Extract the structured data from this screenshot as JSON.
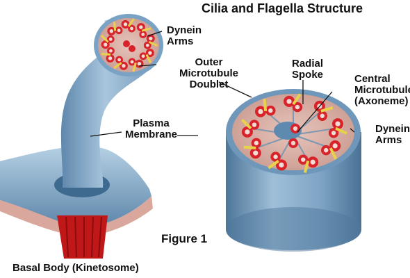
{
  "title": "Cilia and Flagella Structure",
  "figure_caption": "Figure 1",
  "labels": {
    "dynein_arms_left": [
      "Dynein",
      "Arms"
    ],
    "outer_doublet": [
      "Outer",
      "Microtubule",
      "Doublet"
    ],
    "radial_spoke": [
      "Radial",
      "Spoke"
    ],
    "central_microtubule": [
      "Central",
      "Microtubule",
      "(Axoneme)"
    ],
    "dynein_arms_right": [
      "Dynein",
      "Arms"
    ],
    "plasma_membrane": [
      "Plasma",
      "Membrane"
    ],
    "basal_body": "Basal Body (Kinetosome)"
  },
  "colors": {
    "membrane_blue": "#8fb3cf",
    "interior_pink": "#d8b0a6",
    "doublet_red": "#d8232a",
    "dynein_yellow": "#e8d24a",
    "basal_red": "#c01818"
  }
}
